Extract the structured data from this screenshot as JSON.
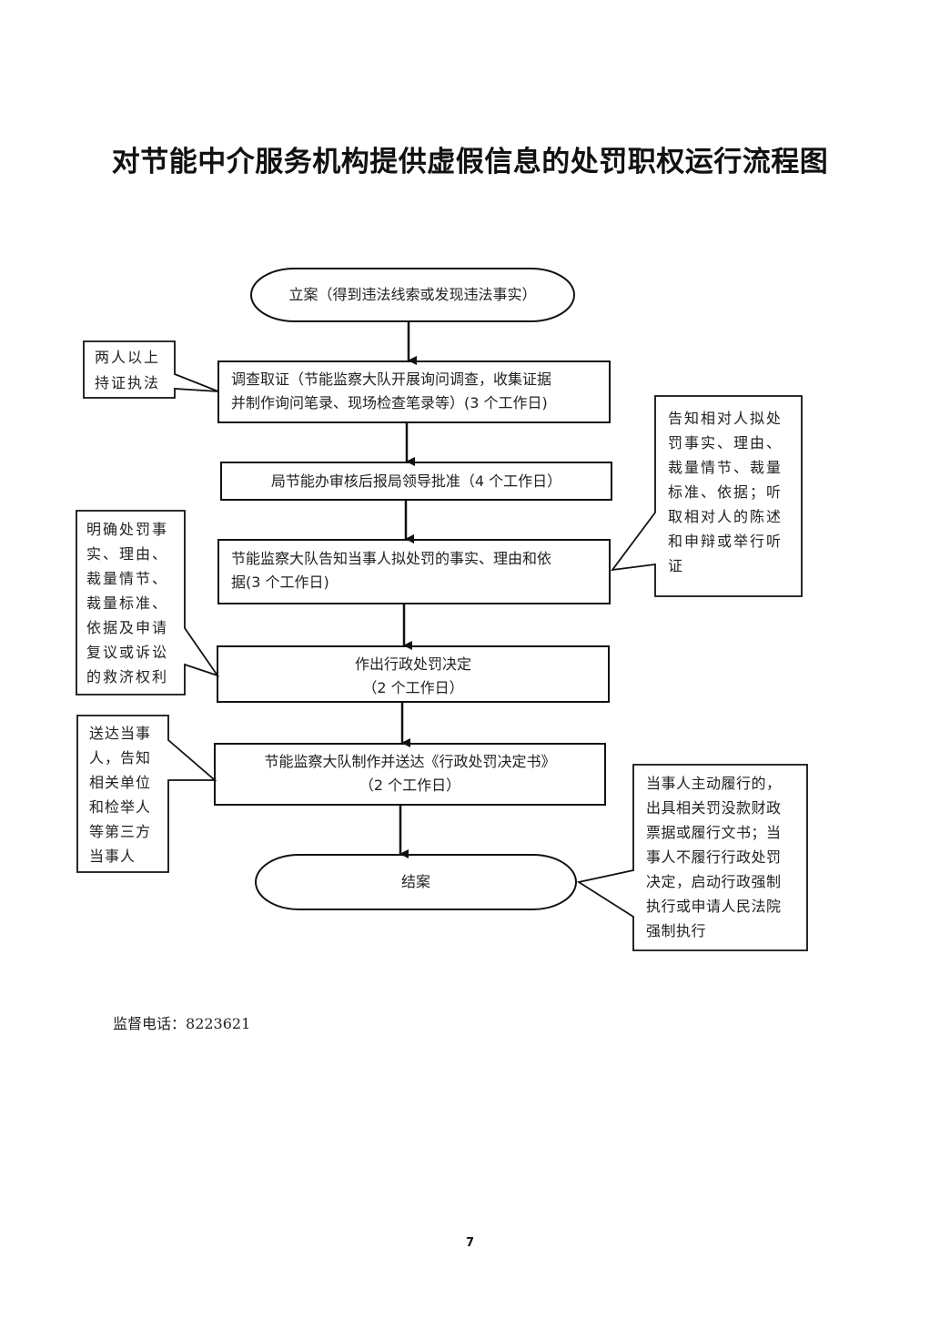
{
  "title": "对节能中介服务机构提供虚假信息的处罚职权运行流程图",
  "flow": {
    "start": "立案（得到违法线索或发现违法事实）",
    "step1": [
      "调查取证（节能监察大队开展询问调查，收集证据",
      "并制作询问笔录、现场检查笔录等）(3 个工作日)"
    ],
    "step2": "局节能办审核后报局领导批准（4 个工作日）",
    "step3": [
      "节能监察大队告知当事人拟处罚的事实、理由和依",
      "据(3 个工作日)"
    ],
    "step4": [
      "作出行政处罚决定",
      "（2 个工作日）"
    ],
    "step5": [
      "节能监察大队制作并送达《行政处罚决定书》",
      "（2 个工作日）"
    ],
    "end": "结案"
  },
  "notes": {
    "enforcement": [
      "两人以上",
      "持证执法"
    ],
    "notify": [
      "告知相对人拟处",
      "罚事实、理由、",
      "裁量情节、裁量",
      "标准、依据；听",
      "取相对人的陈述",
      "和申辩或举行听",
      "证"
    ],
    "decision": [
      "明确处罚事",
      "实、理由、",
      "裁量情节、",
      "裁量标准、",
      "依据及申请",
      "复议或诉讼",
      "的救济权利"
    ],
    "delivery": [
      "送达当事",
      "人，告知",
      "相关单位",
      "和检举人",
      "等第三方",
      "当事人"
    ],
    "closing": [
      "当事人主动履行的，",
      "出具相关罚没款财政",
      "票据或履行文书；当",
      "事人不履行行政处罚",
      "决定，启动行政强制",
      "执行或申请人民法院",
      "强制执行"
    ]
  },
  "footer": {
    "phone_label": "监督电话：",
    "phone_number": "8223621",
    "page_number": "7"
  }
}
